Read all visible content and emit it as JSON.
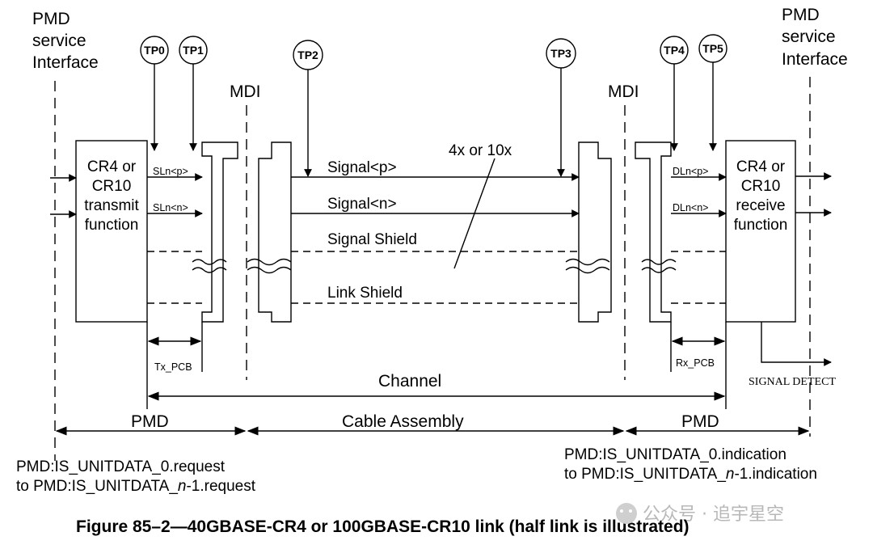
{
  "labels": {
    "pmd_service_left": [
      "PMD",
      "service",
      "Interface"
    ],
    "pmd_service_right": [
      "PMD",
      "service",
      "Interface"
    ],
    "mdi_left": "MDI",
    "mdi_right": "MDI",
    "tx_block": [
      "CR4 or",
      "CR10",
      "transmit",
      "function"
    ],
    "rx_block": [
      "CR4 or",
      "CR10",
      "receive",
      "function"
    ],
    "tp0": "TP0",
    "tp1": "TP1",
    "tp2": "TP2",
    "tp3": "TP3",
    "tp4": "TP4",
    "tp5": "TP5",
    "sln_p": "SLn<p>",
    "sln_n": "SLn<n>",
    "dln_p": "DLn<p>",
    "dln_n": "DLn<n>",
    "signal_p": "Signal<p>",
    "signal_n": "Signal<n>",
    "signal_shield": "Signal Shield",
    "link_shield": "Link Shield",
    "lane_count": "4x or 10x",
    "tx_pcb": "Tx_PCB",
    "rx_pcb": "Rx_PCB",
    "signal_detect": "SIGNAL DETECT",
    "channel": "Channel",
    "pmd_left": "PMD",
    "cable_assembly": "Cable Assembly",
    "pmd_right": "PMD",
    "request_line1": "PMD:IS_UNITDATA_0.request",
    "request_line2_pre": "to PMD:IS_UNITDATA_",
    "request_line2_n": "n",
    "request_line2_post": "-1.request",
    "indication_line1": "PMD:IS_UNITDATA_0.indication",
    "indication_line2_pre": "to PMD:IS_UNITDATA_",
    "indication_line2_n": "n",
    "indication_line2_post": "-1.indication",
    "caption": "Figure 85–2—40GBASE-CR4 or 100GBASE-CR10 link (half link is illustrated)",
    "watermark": "公众号 · 追宇星空"
  }
}
